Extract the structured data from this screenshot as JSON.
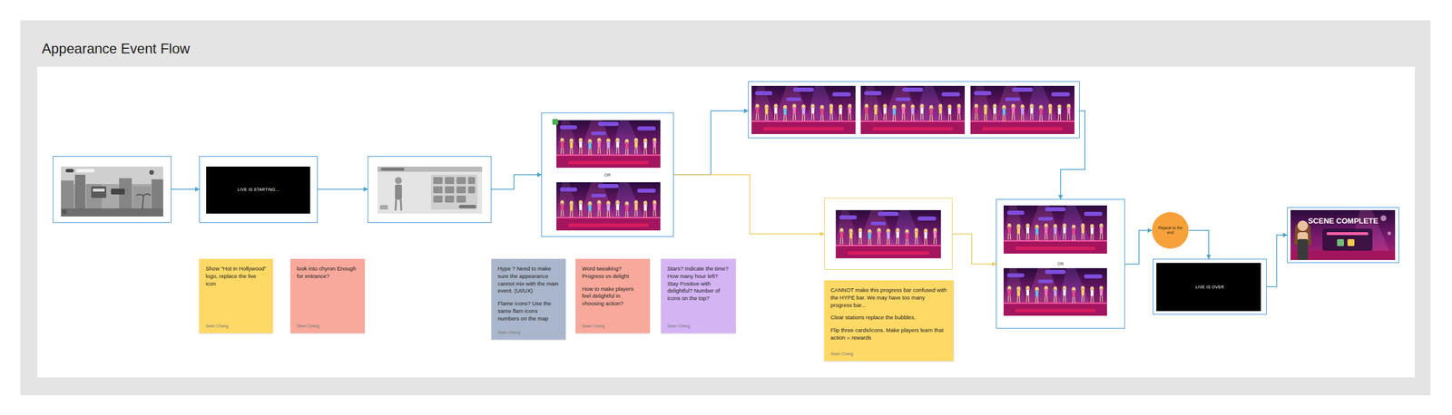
{
  "diagram": {
    "title": "Appearance Event Flow",
    "nodes": [
      {
        "text": []
      },
      {
        "text": [
          "LIVE IS STARTING..."
        ]
      },
      {
        "text": []
      },
      {
        "text": [
          "OR"
        ]
      },
      {
        "text": []
      },
      {
        "text": []
      },
      {
        "text": [
          "OR"
        ]
      },
      {
        "text": [
          "Repeat to the end"
        ]
      },
      {
        "text": [
          "LIVE IS OVER"
        ]
      },
      {
        "text": [
          "SCENE COMPLETE"
        ]
      },
      {
        "text": [
          "Show \"Hot in Hollywood\" logo, replace the live icon",
          "Sean Chang"
        ]
      },
      {
        "text": [
          "look into chyron Enough for entrance?",
          "Sean Chang"
        ]
      },
      {
        "text": [
          "Hype ? Need to make sure the appearance cannot mix with the main event. (UI/UX)",
          "Flame icons? Use the same flam icons numbers on the map",
          "Sean Chang"
        ]
      },
      {
        "text": [
          "Word tweaking? Progress vs delight",
          "How to make players feel delightful in choosing action?",
          "Sean Chang"
        ]
      },
      {
        "text": [
          "Stars? Indicate the time? How many hour left? Stay Positive with delightful? Number of icons on the top?",
          "Sean Chang"
        ]
      },
      {
        "text": [
          "CANNOT make this progress bar confused with the HYPE bar. We may have too many progress bar...",
          "Clear stations replace the bubbles.",
          "Flip three cards/icons. Make players learn that action = rewards",
          "Sean Chang"
        ]
      }
    ],
    "edges": [
      {
        "from": 0,
        "to": 1,
        "arrow": "to"
      },
      {
        "from": 1,
        "to": 2,
        "arrow": "to"
      },
      {
        "from": 2,
        "to": 3,
        "arrow": "to"
      },
      {
        "from": 3,
        "to": 4,
        "arrow": "to"
      },
      {
        "from": 3,
        "to": 5,
        "arrow": "to"
      },
      {
        "from": 4,
        "to": 6,
        "arrow": "to"
      },
      {
        "from": 5,
        "to": 6,
        "arrow": "to"
      },
      {
        "from": 6,
        "to": 7,
        "arrow": "to"
      },
      {
        "from": 7,
        "to": 8,
        "arrow": "to"
      },
      {
        "from": 8,
        "to": 9,
        "arrow": "to"
      }
    ]
  }
}
